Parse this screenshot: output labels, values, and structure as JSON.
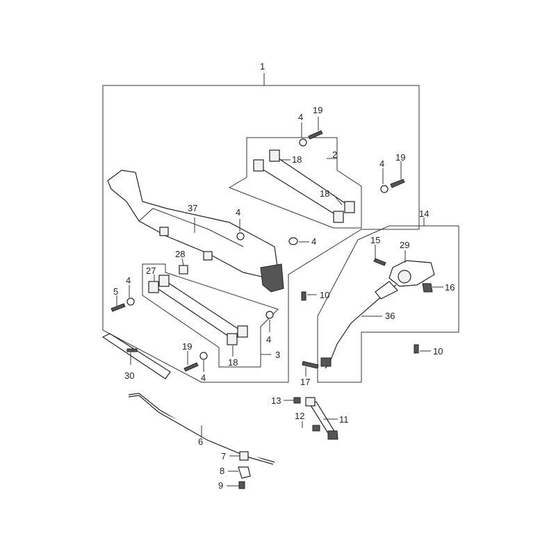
{
  "callouts": {
    "c1": "1",
    "c2": "2",
    "c3": "3",
    "c4a": "4",
    "c4b": "4",
    "c4c": "4",
    "c4d": "4",
    "c4e": "4",
    "c4f": "4",
    "c4g": "4",
    "c5": "5",
    "c6": "6",
    "c7": "7",
    "c8": "8",
    "c9": "9",
    "c10a": "10",
    "c10b": "10",
    "c11": "11",
    "c12": "12",
    "c13": "13",
    "c14": "14",
    "c15": "15",
    "c16": "16",
    "c17": "17",
    "c18a": "18",
    "c18b": "18",
    "c18c": "18",
    "c19a": "19",
    "c19b": "19",
    "c19c": "19",
    "c27": "27",
    "c28": "28",
    "c29": "29",
    "c30": "30",
    "c36": "36",
    "c37": "37"
  }
}
